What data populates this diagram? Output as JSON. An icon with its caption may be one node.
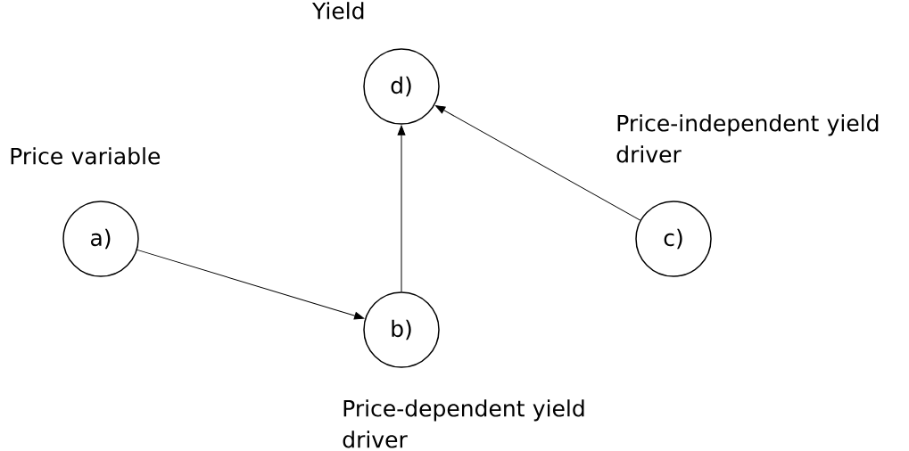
{
  "diagram": {
    "nodes": [
      {
        "text": [
          "Price variable",
          "a)"
        ]
      },
      {
        "text": [
          "b)",
          "Price-dependent yield driver"
        ]
      },
      {
        "text": [
          "Price-independent yield driver",
          "c)"
        ]
      },
      {
        "text": [
          "Yield",
          "d)"
        ]
      }
    ],
    "edges": [
      {
        "from": 0,
        "to": 1,
        "arrow": "to"
      },
      {
        "from": 1,
        "to": 3,
        "arrow": "to"
      },
      {
        "from": 2,
        "to": 3,
        "arrow": "to"
      }
    ]
  }
}
